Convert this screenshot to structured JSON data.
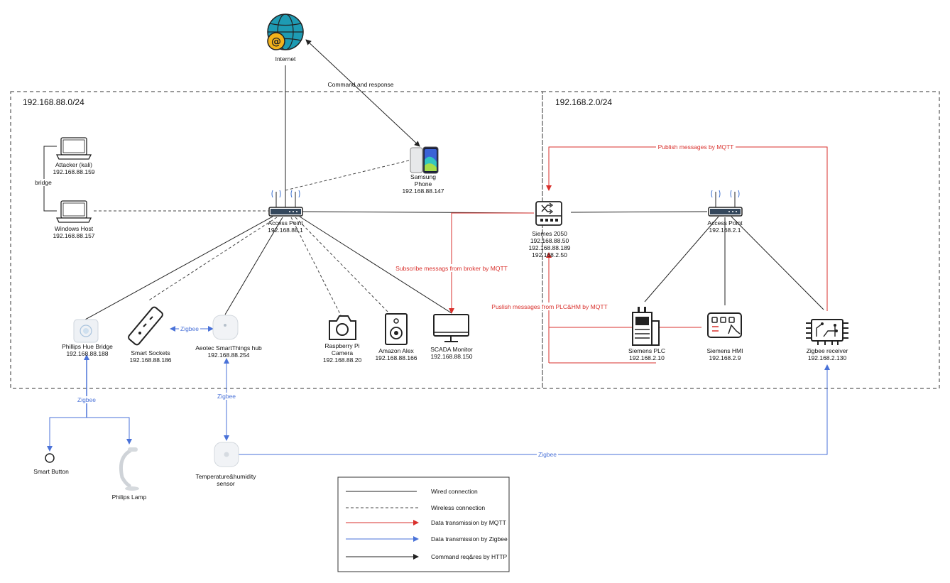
{
  "subnets": {
    "left": "192.168.88.0/24",
    "right": "192.168.2.0/24"
  },
  "nodes": {
    "internet": {
      "name": "Internet"
    },
    "attacker": {
      "name": "Attacker (kali)",
      "ip": "192.168.88.159"
    },
    "windows": {
      "name": "Windows Host",
      "ip": "192.168.88.157"
    },
    "bridge_label": "bridge",
    "ap_left": {
      "name": "Access Point",
      "ip": "192.168.88.1"
    },
    "phone": {
      "line1": "Samsung",
      "line2": "Phone",
      "ip": "192.168.88.147"
    },
    "siemens2050": {
      "name": "Siemes 2050",
      "ips": [
        "192.168.88.50",
        "192.168.88.189",
        "192.168.2.50"
      ]
    },
    "ap_right": {
      "name": "Access Point",
      "ip": "192.168.2.1"
    },
    "hue_bridge": {
      "name": "Phillips Hue Bridge",
      "ip": "192.168.88.188"
    },
    "smart_sockets": {
      "name": "Smart Sockets",
      "ip": "192.168.88.186"
    },
    "smartthings": {
      "name": "Aeotec SmartThings hub",
      "ip": "192.168.88.254"
    },
    "rpi_camera": {
      "line1": "Raspberry Pi",
      "line2": "Camera",
      "ip": "192.168.88.20"
    },
    "amazon": {
      "name": "Amazon Alex",
      "ip": "192.168.88.166"
    },
    "scada": {
      "name": "SCADA Monitor",
      "ip": "192.168.88.150"
    },
    "plc": {
      "name": "Siemens PLC",
      "ip": "192.168.2.10"
    },
    "hmi": {
      "name": "Siemens HMI",
      "ip": "192.168.2.9"
    },
    "zigbee_receiver": {
      "name": "Zigbee receiver",
      "ip": "192.168.2.130"
    },
    "smart_button": {
      "name": "Smart Button"
    },
    "philips_lamp": {
      "name": "Philips Lamp"
    },
    "temp_sensor": {
      "line1": "Temperature&humidity",
      "line2": "sensor"
    }
  },
  "edge_labels": {
    "command_response": "Command and response",
    "publish_mqtt": "Publish messages by MQTT",
    "subscribe_mqtt": "Subscribe messags from broker by MQTT",
    "puslish_plc": "Puslish messages from PLC&HM by MQTT",
    "zigbee": "Zigbee"
  },
  "legend": [
    {
      "style": "wired",
      "label": "Wired connection"
    },
    {
      "style": "wireless",
      "label": "Wireless connection"
    },
    {
      "style": "mqtt",
      "label": "Data transmission by MQTT"
    },
    {
      "style": "zigbee",
      "label": "Data transmission by Zigbee"
    },
    {
      "style": "http",
      "label": "Command req&res by HTTP"
    }
  ],
  "colors": {
    "mqtt": "#d9302c",
    "zigbee": "#4a72d8",
    "line": "#222222",
    "frame": "#333333"
  }
}
